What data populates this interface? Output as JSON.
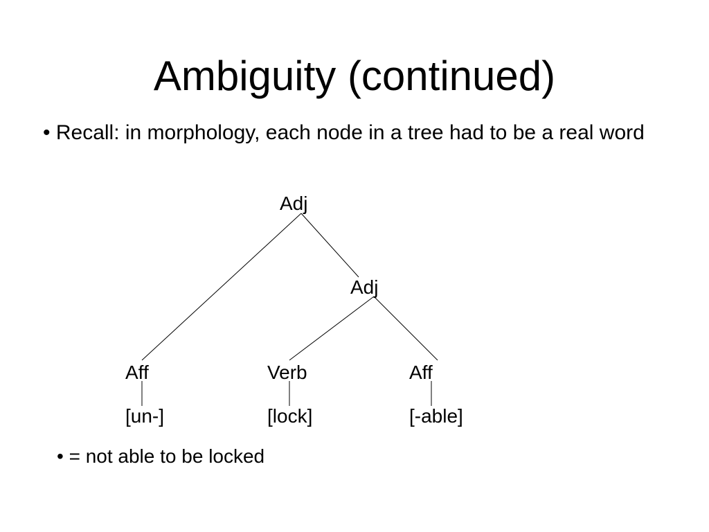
{
  "slide": {
    "title": "Ambiguity (continued)",
    "bullet_1": "• Recall: in morphology, each node in a tree had to be a real word",
    "bullet_2": "• = not able to be locked"
  },
  "tree": {
    "root": "Adj",
    "inner": "Adj",
    "leaves": [
      {
        "category": "Aff",
        "morpheme": "[un-]"
      },
      {
        "category": "Verb",
        "morpheme": "[lock]"
      },
      {
        "category": "Aff",
        "morpheme": "[-able]"
      }
    ]
  }
}
